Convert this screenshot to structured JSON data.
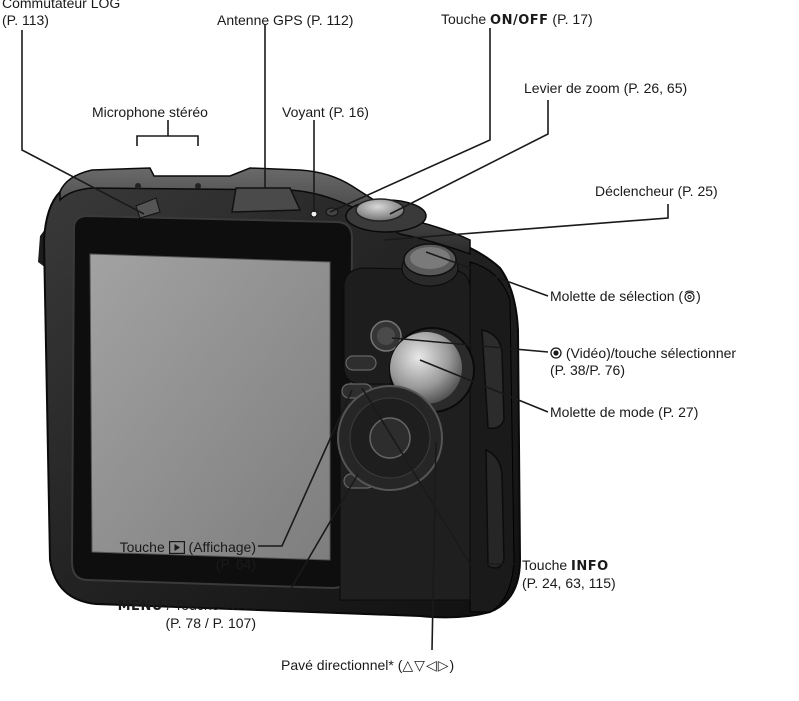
{
  "labels": {
    "commutateur": {
      "line1": "Commutateur LOG",
      "line2": "(P. 113)"
    },
    "gps": "Antenne GPS (P. 112)",
    "onoff": {
      "prefix": "Touche ",
      "bold": "ON/OFF",
      "suffix": " (P. 17)"
    },
    "zoom": "Levier de zoom (P. 26, 65)",
    "micro": "Microphone stéréo",
    "voyant": "Voyant (P. 16)",
    "declencheur": "Déclencheur (P. 25)",
    "molette_selection": "Molette de sélection (",
    "molette_selection_icon": "dial-icon",
    "molette_selection_end": ")",
    "video": {
      "line1": " (Vidéo)/touche sélectionner",
      "line2": "(P. 38/P. 76)",
      "icon": "record-icon"
    },
    "molette_mode": "Molette de mode (P. 27)",
    "info": {
      "prefix": "Touche ",
      "bold": "INFO",
      "line2": "(P. 24, 63, 115)"
    },
    "affichage": {
      "prefix": "Touche ",
      "icon": "play-icon",
      "suffix": " (Affichage)",
      "line2": "(P. 64)"
    },
    "menu": {
      "bold": "MENU",
      "suffix": " / Touche Wi-Fi",
      "line2": "(P. 78 / P. 107)"
    },
    "pave": {
      "text": "Pavé directionnel* (",
      "arrows": "△▽◁▷",
      "end": ")"
    }
  },
  "colors": {
    "line": "#1a1a1a",
    "body": "#2b2b2b",
    "bodyDark": "#161616",
    "screen": "#8f8f8f"
  }
}
